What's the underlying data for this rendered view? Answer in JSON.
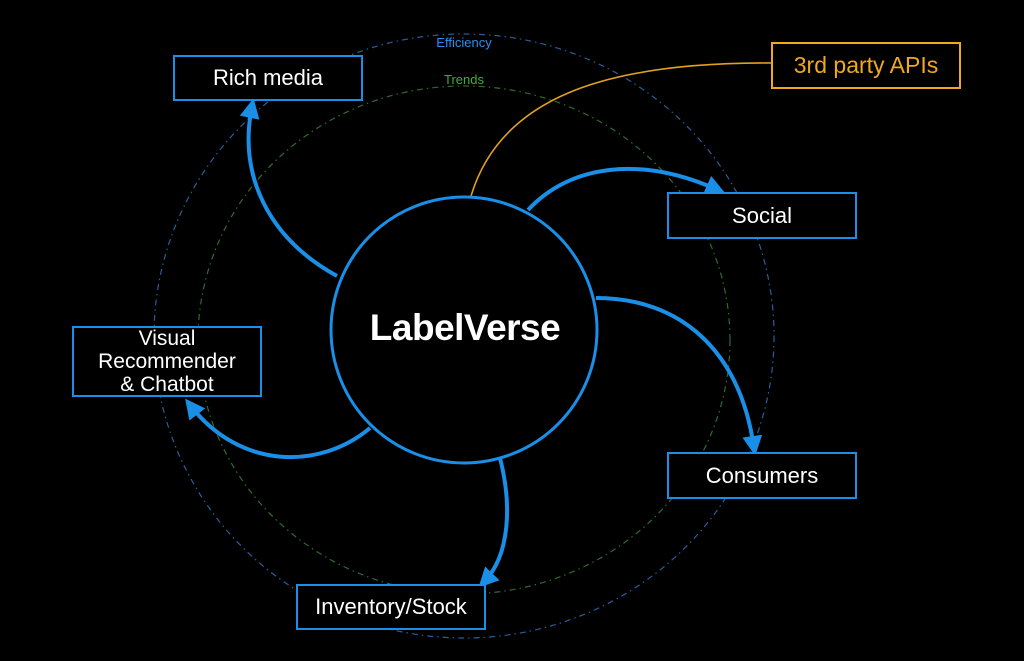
{
  "center": {
    "title": "LabelVerse"
  },
  "rings": {
    "outer_label": "Efficiency",
    "inner_label": "Trends"
  },
  "nodes": {
    "rich_media": "Rich media",
    "social": "Social",
    "consumers": "Consumers",
    "inventory": "Inventory/Stock",
    "visual_recommender": {
      "line1": "Visual",
      "line2": "Recommender",
      "line3": "& Chatbot"
    },
    "third_party": "3rd party APIs"
  },
  "colors": {
    "background": "#000000",
    "flow_blue": "#1a8fe8",
    "ring_blue": "#2b8ff0",
    "ring_green": "#3cae3c",
    "api_orange": "#f0a81c",
    "text": "#ffffff"
  }
}
